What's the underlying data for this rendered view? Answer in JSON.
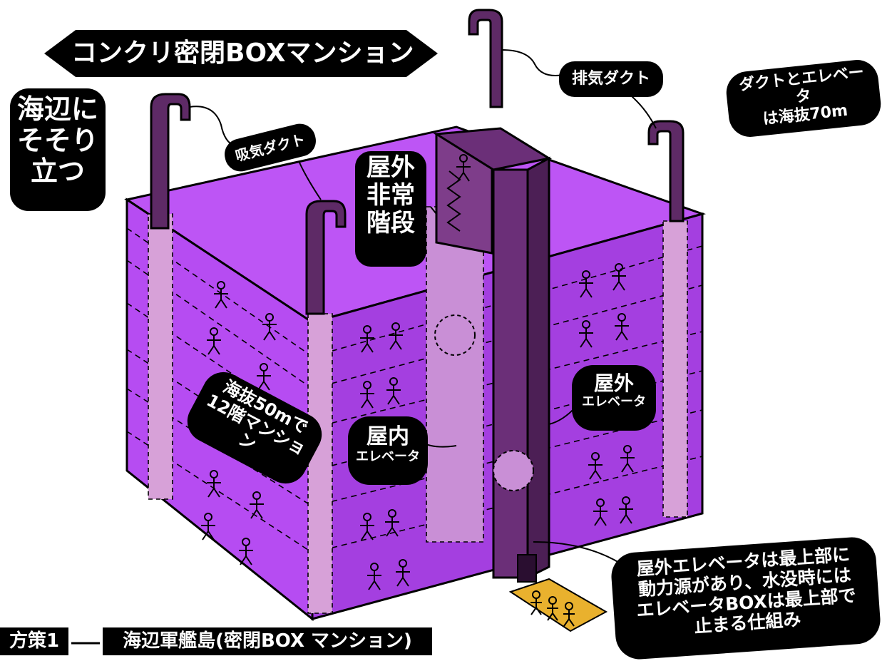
{
  "title": "コンクリ密閉BOXマンション",
  "labels": {
    "seaside_l1": "海辺に",
    "seaside_l2": "そそり",
    "seaside_l3": "立つ",
    "intake_duct": "吸気ダクト",
    "exhaust_duct": "排気ダクト",
    "duct_elevator_l1": "ダクトとエレベータ",
    "duct_elevator_l2": "は海抜70m",
    "fire_escape_l1": "屋外",
    "fire_escape_l2": "非常",
    "fire_escape_l3": "階段",
    "outdoor_elevator_l1": "屋外",
    "outdoor_elevator_l2": "エレベータ",
    "indoor_elevator_l1": "屋内",
    "indoor_elevator_l2": "エレベータ",
    "building_l1": "海抜50mで",
    "building_l2": "12階マンション",
    "note_l1": "屋外エレベータは最上部に",
    "note_l2": "動力源があり、水没時には",
    "note_l3": "エレベータBOXは最上部で",
    "note_l4": "止まる仕組み"
  },
  "caption": {
    "plan": "方策1",
    "text": "海辺軍艦島(密閉BOX マンション)"
  },
  "colors": {
    "front_face": "#b64cf2",
    "side_face": "#a43fe0",
    "top_face": "#bd55f5",
    "duct": "#5e2a66",
    "inner_shaft": "#d7a1d8",
    "ground_path": "#e9b12e",
    "label_bg": "#000000"
  }
}
